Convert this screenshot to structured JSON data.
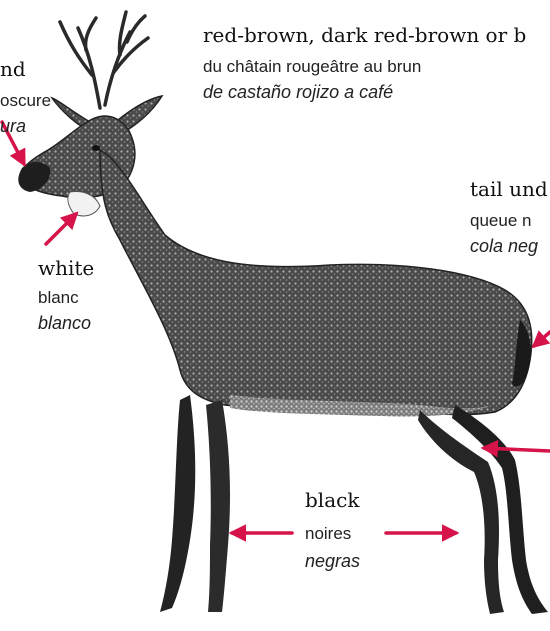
{
  "accent_color": "#d6144a",
  "labels": {
    "face": {
      "en": "nd",
      "fr": "oscure",
      "es": "ura"
    },
    "throat": {
      "en": "white",
      "fr": "blanc",
      "es": "blanco"
    },
    "body": {
      "en": "red-brown, dark red-brown or b",
      "fr": "du châtain rougeâtre au brun",
      "es": "de castaño rojizo a café"
    },
    "tail": {
      "en": "tail und",
      "fr": "queue n",
      "es": "cola neg"
    },
    "legs": {
      "en": "black",
      "fr": "noires",
      "es": "negras"
    }
  },
  "illustration": {
    "subject": "deer",
    "icon": "deer-engraving-icon"
  }
}
